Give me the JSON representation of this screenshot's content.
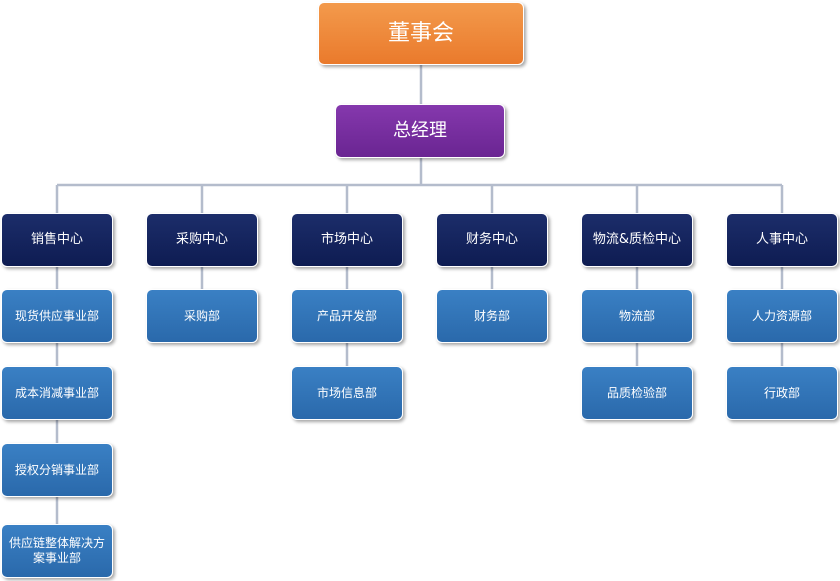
{
  "board": {
    "label": "董事会"
  },
  "general_manager": {
    "label": "总经理"
  },
  "centers": [
    {
      "label": "销售中心",
      "departments": [
        "现货供应事业部",
        "成本消减事业部",
        "授权分销事业部",
        "供应链整体解决方案事业部"
      ]
    },
    {
      "label": "采购中心",
      "departments": [
        "采购部"
      ]
    },
    {
      "label": "市场中心",
      "departments": [
        "产品开发部",
        "市场信息部"
      ]
    },
    {
      "label": "财务中心",
      "departments": [
        "财务部"
      ]
    },
    {
      "label": "物流&质检中心",
      "departments": [
        "物流部",
        "品质检验部"
      ]
    },
    {
      "label": "人事中心",
      "departments": [
        "人力资源部",
        "行政部"
      ]
    }
  ],
  "colors": {
    "board": "#ed7d31",
    "general_manager": "#7030a0",
    "center": "#12225e",
    "department": "#2e75b6",
    "connector": "#b4bccc"
  }
}
